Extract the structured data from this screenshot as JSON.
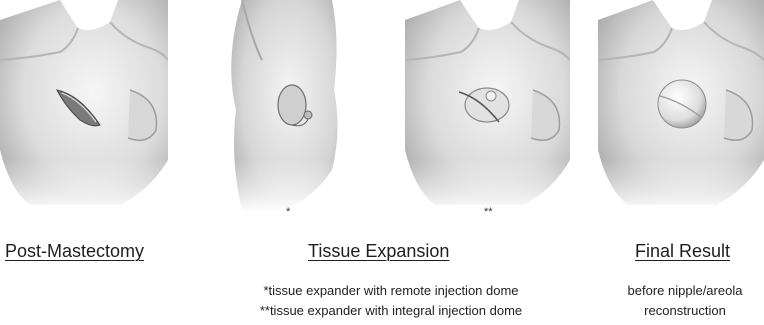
{
  "stages": [
    {
      "id": "post-mastectomy",
      "title": "Post-Mastectomy",
      "illustration": "torso-incision-illustration"
    },
    {
      "id": "tissue-expansion-remote",
      "title": "Tissue Expansion",
      "marker": "*",
      "illustration": "torso-side-expander-remote-dome-illustration"
    },
    {
      "id": "tissue-expansion-integral",
      "marker": "**",
      "illustration": "torso-expander-integral-dome-illustration"
    },
    {
      "id": "final-result",
      "title": "Final Result",
      "illustration": "torso-implant-result-illustration"
    }
  ],
  "notes": {
    "tissue_expansion": [
      "*tissue expander with remote injection dome",
      "**tissue expander with integral injection dome"
    ],
    "final_result": [
      "before nipple/areola",
      "reconstruction"
    ]
  },
  "colors": {
    "skin_light": "#f3f3f3",
    "skin_shade": "#9a9a9a",
    "text": "#222222"
  }
}
